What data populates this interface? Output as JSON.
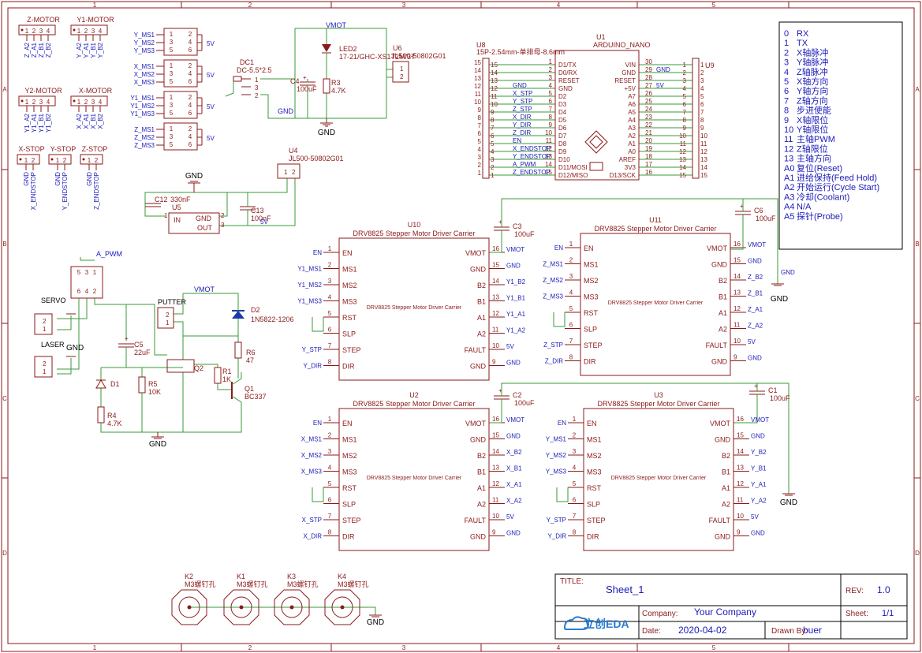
{
  "frame": {
    "cols": [
      "1",
      "2",
      "3",
      "4",
      "5"
    ],
    "rows": [
      "A",
      "B",
      "C",
      "D"
    ]
  },
  "colors": {
    "border": "#8b1a1a",
    "wire": "#3a9a3a",
    "net": "#1a1ab8",
    "pin": "#8b1a1a",
    "bus": "#1a1ab8"
  },
  "headers": {
    "z_motor": {
      "title": "Z-MOTOR",
      "pins": [
        "Z_A2",
        "Z_A1",
        "Z_B1",
        "Z_B2"
      ]
    },
    "y1_motor": {
      "title": "Y1-MOTOR",
      "pins": [
        "Y_A2",
        "Y_A1",
        "Y_B1",
        "Y_B2"
      ]
    },
    "y2_motor": {
      "title": "Y2-MOTOR",
      "pins": [
        "Y1_A2",
        "Y1_A1",
        "Y1_B1",
        "Y1_B2"
      ]
    },
    "x_motor": {
      "title": "X-MOTOR",
      "pins": [
        "X_A2",
        "X_A1",
        "X_B1",
        "X_B2"
      ]
    },
    "x_stop": {
      "title": "X-STOP",
      "pins": [
        "GND",
        "X_ENDSTOP"
      ]
    },
    "y_stop": {
      "title": "Y-STOP",
      "pins": [
        "GND",
        "Y_ENDSTOP"
      ]
    },
    "z_stop": {
      "title": "Z-STOP",
      "pins": [
        "GND",
        "Z_ENDSTOP"
      ]
    }
  },
  "jumpers": [
    {
      "nets": [
        "Y_MS1",
        "Y_MS2",
        "Y_MS3"
      ],
      "label": "5V"
    },
    {
      "nets": [
        "X_MS1",
        "X_MS2",
        "X_MS3"
      ],
      "label": "5V"
    },
    {
      "nets": [
        "Y1_MS1",
        "Y1_MS2",
        "Y1_MS3"
      ],
      "label": "5V"
    },
    {
      "nets": [
        "Z_MS1",
        "Z_MS2",
        "Z_MS3"
      ],
      "label": "5V"
    }
  ],
  "jumper_pins": [
    "1",
    "2",
    "3",
    "4",
    "5",
    "6"
  ],
  "power": {
    "dc1_ref": "DC1",
    "dc1_value": "DC-5.5*2.5",
    "dc1_pins": [
      "1",
      "3",
      "2"
    ],
    "vmot": "VMOT",
    "gnd": "GND",
    "c4": "C4",
    "c4_value": "100uF",
    "r3": "R3",
    "r3_value": "4.7K",
    "led2": "LED2",
    "led2_value": "17-21/GHC-XS1T2M/3T",
    "u6": "U6",
    "u6_value": "JL500-50802G01",
    "u6_pins": [
      "1",
      "2"
    ],
    "u4": "U4",
    "u4_value": "JL500-50802G01",
    "u4_pins": [
      "1",
      "2"
    ],
    "c12": "C12",
    "c12_value": "330nF",
    "u5": "U5",
    "u5_in": "IN",
    "u5_gnd": "GND",
    "u5_out": "OUT",
    "u5_pins": [
      "1",
      "2",
      "3"
    ],
    "c13": "C13",
    "c13_value": "100nF",
    "v5": "5V"
  },
  "pwm": {
    "a_pwm": "A_PWM",
    "conn_pins": [
      "5",
      "3",
      "1",
      "6",
      "4",
      "2"
    ],
    "servo": "SERVO",
    "laser": "LASER",
    "putter": "PUTTER",
    "c5": "C5",
    "c5_value": "22uF",
    "d1": "D1",
    "r4": "R4",
    "r4_value": "4.7K",
    "r5": "R5",
    "r5_value": "10K",
    "q2": "Q2",
    "r1": "R1",
    "r1_value": "1K",
    "d2": "D2",
    "d2_value": "1N5822-1206",
    "r6": "R6",
    "r6_value": "47",
    "q1": "Q1",
    "q1_value": "BC337",
    "vmot": "VMOT",
    "gnd": "GND"
  },
  "u8": {
    "ref": "U8",
    "value": "15P-2.54mm-单排母-8.6mm",
    "pins": [
      "15",
      "14",
      "13",
      "12",
      "11",
      "10",
      "9",
      "8",
      "7",
      "6",
      "5",
      "4",
      "3",
      "2",
      "1"
    ]
  },
  "u9": {
    "ref": "U9",
    "pins": [
      "1",
      "2",
      "3",
      "4",
      "5",
      "6",
      "7",
      "8",
      "9",
      "10",
      "11",
      "12",
      "13",
      "14",
      "15"
    ]
  },
  "u1": {
    "ref": "U1",
    "value": "ARDUINO_NANO",
    "left": [
      {
        "num": "1",
        "name": "D1/TX",
        "net": ""
      },
      {
        "num": "2",
        "name": "D0/RX",
        "net": ""
      },
      {
        "num": "3",
        "name": "RESET",
        "net": ""
      },
      {
        "num": "4",
        "name": "GND",
        "net": "GND"
      },
      {
        "num": "5",
        "name": "D2",
        "net": "X_STP"
      },
      {
        "num": "6",
        "name": "D3",
        "net": "Y_STP"
      },
      {
        "num": "7",
        "name": "D4",
        "net": "Z_STP"
      },
      {
        "num": "8",
        "name": "D5",
        "net": "X_DIR"
      },
      {
        "num": "9",
        "name": "D6",
        "net": "Y_DIR"
      },
      {
        "num": "10",
        "name": "D7",
        "net": "Z_DIR"
      },
      {
        "num": "11",
        "name": "D8",
        "net": "EN"
      },
      {
        "num": "12",
        "name": "D9",
        "net": "X_ENDSTOP"
      },
      {
        "num": "13",
        "name": "D10",
        "net": "Y_ENDSTOP"
      },
      {
        "num": "14",
        "name": "D11/MOSI",
        "net": "A_PWM"
      },
      {
        "num": "15",
        "name": "D12/MISO",
        "net": "Z_ENDSTOP"
      }
    ],
    "right": [
      {
        "num": "30",
        "name": "VIN",
        "net": ""
      },
      {
        "num": "29",
        "name": "GND",
        "net": "GND"
      },
      {
        "num": "28",
        "name": "RESET",
        "net": ""
      },
      {
        "num": "27",
        "name": "+5V",
        "net": "5V"
      },
      {
        "num": "26",
        "name": "A7",
        "net": ""
      },
      {
        "num": "25",
        "name": "A6",
        "net": ""
      },
      {
        "num": "24",
        "name": "A5",
        "net": ""
      },
      {
        "num": "23",
        "name": "A4",
        "net": ""
      },
      {
        "num": "22",
        "name": "A3",
        "net": ""
      },
      {
        "num": "21",
        "name": "A2",
        "net": ""
      },
      {
        "num": "20",
        "name": "A1",
        "net": ""
      },
      {
        "num": "19",
        "name": "A0",
        "net": ""
      },
      {
        "num": "18",
        "name": "AREF",
        "net": ""
      },
      {
        "num": "17",
        "name": "3V3",
        "net": ""
      },
      {
        "num": "16",
        "name": "D13/SCK",
        "net": ""
      }
    ]
  },
  "legend": [
    {
      "pin": "0",
      "text": "RX"
    },
    {
      "pin": "1",
      "text": "TX"
    },
    {
      "pin": "2",
      "text": "X轴脉冲"
    },
    {
      "pin": "3",
      "text": "Y轴脉冲"
    },
    {
      "pin": "4",
      "text": "Z轴脉冲"
    },
    {
      "pin": "5",
      "text": "X轴方向"
    },
    {
      "pin": "6",
      "text": "Y轴方向"
    },
    {
      "pin": "7",
      "text": "Z轴方向"
    },
    {
      "pin": "8",
      "text": "步进使能"
    },
    {
      "pin": "9",
      "text": "X轴限位"
    },
    {
      "pin": "10",
      "text": "Y轴限位"
    },
    {
      "pin": "11",
      "text": "主轴PWM"
    },
    {
      "pin": "12",
      "text": "Z轴限位"
    },
    {
      "pin": "13",
      "text": "主轴方向"
    },
    {
      "pin": "A0",
      "text": "复位(Reset)"
    },
    {
      "pin": "A1",
      "text": "进给保持(Feed Hold)"
    },
    {
      "pin": "A2",
      "text": "开始运行(Cycle Start)"
    },
    {
      "pin": "A3",
      "text": "冷却(Coolant)"
    },
    {
      "pin": "A4",
      "text": "N/A"
    },
    {
      "pin": "A5",
      "text": "探针(Probe)"
    }
  ],
  "driver_common": {
    "title": "DRV8825 Stepper Motor Driver Carrier",
    "center": "DRV8825 Stepper Motor Driver Carrier",
    "left_pins": [
      {
        "num": "1",
        "name": "EN"
      },
      {
        "num": "2",
        "name": "MS1"
      },
      {
        "num": "3",
        "name": "MS2"
      },
      {
        "num": "4",
        "name": "MS3"
      },
      {
        "num": "5",
        "name": "RST"
      },
      {
        "num": "6",
        "name": "SLP"
      },
      {
        "num": "7",
        "name": "STEP"
      },
      {
        "num": "8",
        "name": "DIR"
      }
    ],
    "right_pins": [
      {
        "num": "16",
        "name": "VMOT"
      },
      {
        "num": "15",
        "name": "GND"
      },
      {
        "num": "14",
        "name": "B2"
      },
      {
        "num": "13",
        "name": "B1"
      },
      {
        "num": "12",
        "name": "A1"
      },
      {
        "num": "11",
        "name": "A2"
      },
      {
        "num": "10",
        "name": "FAULT"
      },
      {
        "num": "9",
        "name": "GND"
      }
    ]
  },
  "drivers": [
    {
      "ref": "U10",
      "cap": "C3",
      "cap_value": "100uF",
      "left_nets": [
        "EN",
        "Y1_MS1",
        "Y1_MS2",
        "Y1_MS3",
        "",
        "",
        "Y_STP",
        "Y_DIR"
      ],
      "right_nets": [
        "VMOT",
        "GND",
        "Y1_B2",
        "Y1_B1",
        "Y1_A1",
        "Y1_A2",
        "5V",
        "GND"
      ]
    },
    {
      "ref": "U11",
      "cap": "C6",
      "cap_value": "100uF",
      "left_nets": [
        "EN",
        "Z_MS1",
        "Z_MS2",
        "Z_MS3",
        "",
        "",
        "Z_STP",
        "Z_DIR"
      ],
      "right_nets": [
        "VMOT",
        "GND",
        "Z_B2",
        "Z_B1",
        "Z_A1",
        "Z_A2",
        "5V",
        "GND"
      ]
    },
    {
      "ref": "U2",
      "cap": "C2",
      "cap_value": "100uF",
      "left_nets": [
        "EN",
        "X_MS1",
        "X_MS2",
        "X_MS3",
        "",
        "",
        "X_STP",
        "X_DIR"
      ],
      "right_nets": [
        "VMOT",
        "GND",
        "X_B2",
        "X_B1",
        "X_A1",
        "X_A2",
        "5V",
        "GND"
      ]
    },
    {
      "ref": "U3",
      "cap": "C1",
      "cap_value": "100uF",
      "left_nets": [
        "EN",
        "Y_MS1",
        "Y_MS2",
        "Y_MS3",
        "",
        "",
        "Y_STP",
        "Y_DIR"
      ],
      "right_nets": [
        "VMOT",
        "GND",
        "Y_B2",
        "Y_B1",
        "Y_A1",
        "Y_A2",
        "5V",
        "GND"
      ]
    }
  ],
  "holes": [
    {
      "ref": "K2",
      "value": "M3螺钉孔"
    },
    {
      "ref": "K1",
      "value": "M3螺钉孔"
    },
    {
      "ref": "K3",
      "value": "M3螺钉孔"
    },
    {
      "ref": "K4",
      "value": "M3螺钉孔"
    }
  ],
  "title_block": {
    "title_label": "TITLE:",
    "title": "Sheet_1",
    "rev_label": "REV:",
    "rev": "1.0",
    "company_label": "Company:",
    "company": "Your Company",
    "sheet_label": "Sheet:",
    "sheet": "1/1",
    "date_label": "Date:",
    "date": "2020-04-02",
    "drawn_label": "Drawn By:",
    "drawn": "buer",
    "logo": "立创EDA"
  }
}
